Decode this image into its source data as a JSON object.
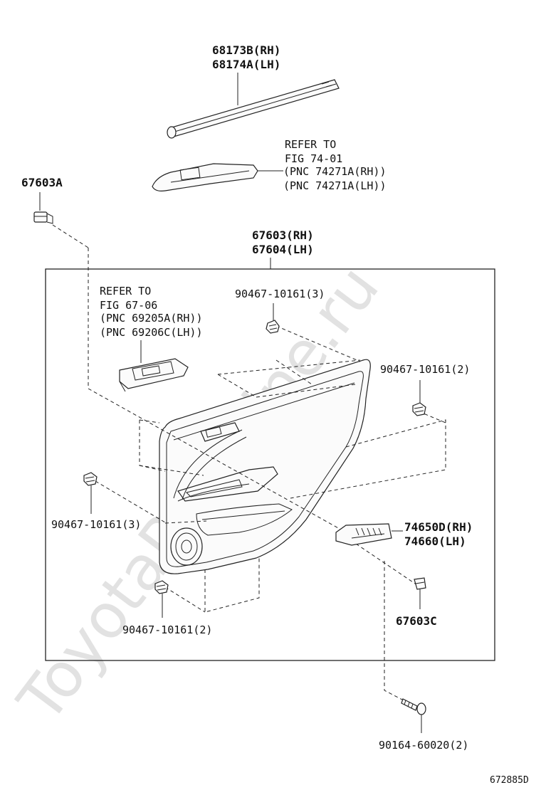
{
  "watermark": "ToyotaPartMine.ru",
  "diagram_code": "672885D",
  "callouts": {
    "belt_molding": [
      "68173B(RH)",
      "68174A(LH)"
    ],
    "switch_base_ref": [
      "REFER TO",
      "FIG 74-01",
      "(PNC 74271A(RH))",
      "(PNC 74271A(LH))"
    ],
    "clip_top_left": "67603A",
    "door_trim_board": [
      "67603(RH)",
      "67604(LH)"
    ],
    "handle_ref": [
      "REFER TO",
      "FIG 67-06",
      "(PNC 69205A(RH))",
      "(PNC 69206C(LH))"
    ],
    "clip_upper": "90467-10161(3)",
    "clip_right": "90467-10161(2)",
    "clip_left": "90467-10161(3)",
    "ashtray_assy": [
      "74650D(RH)",
      "74660(LH)"
    ],
    "clip_bottom_right": "67603C",
    "clip_bottom": "90467-10161(2)",
    "screw": "90164-60020(2)"
  }
}
